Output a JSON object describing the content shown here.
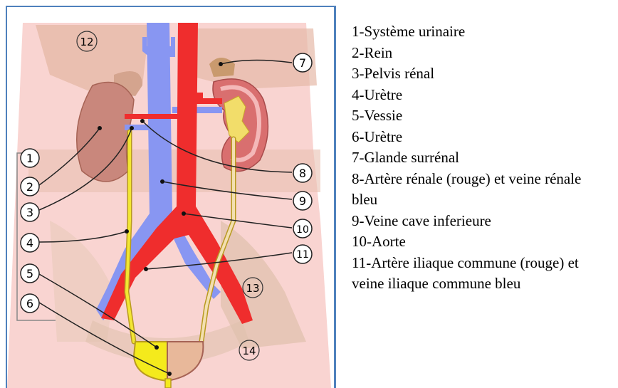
{
  "legend": {
    "items": [
      "1-Système urinaire",
      "2-Rein",
      "3-Pelvis rénal",
      "4-Urètre",
      "5-Vessie",
      "6-Urètre",
      "7-Glande surrénal",
      "8-Artère rénale (rouge) et veine rénale bleu",
      "9-Veine cave inferieure",
      "10-Aorte",
      "11-Artère iliaque commune (rouge) et veine iliaque commune bleu"
    ]
  },
  "diagram": {
    "callouts": [
      "1",
      "2",
      "3",
      "4",
      "5",
      "6",
      "7",
      "8",
      "9",
      "10",
      "11",
      "12",
      "13",
      "14"
    ],
    "colors": {
      "background": "#f9d4d1",
      "artery": "#ef2d2d",
      "vein": "#8896f2",
      "ureter": "#f2e633",
      "kidney": "#c9877c",
      "bladder": "#f4ea1c",
      "bone": "#d8b9a6"
    }
  }
}
